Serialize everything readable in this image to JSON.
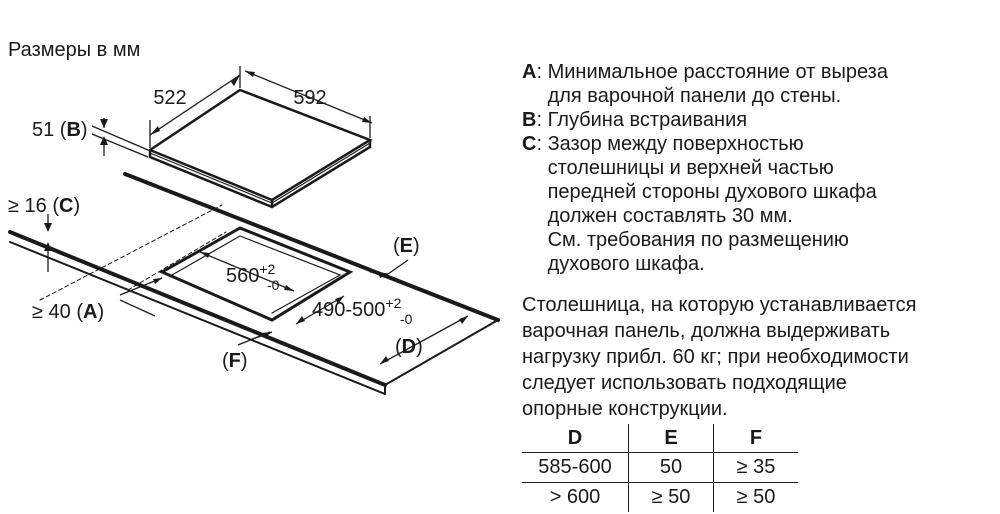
{
  "units_caption": "Размеры в мм",
  "dimensions": {
    "hob_depth": "522",
    "hob_width": "592",
    "embed_depth": "51",
    "embed_depth_ref": "B",
    "clearance": "≥ 16",
    "clearance_ref": "C",
    "wall_distance": "≥ 40",
    "wall_distance_ref": "A",
    "cutout_width": "560",
    "cutout_width_tol_plus": "+2",
    "cutout_width_tol_minus": "-0",
    "cutout_depth": "490-500",
    "cutout_depth_tol_plus": "+2",
    "cutout_depth_tol_minus": "-0",
    "label_d": "D",
    "label_e": "E",
    "label_f": "F"
  },
  "legend": [
    {
      "key": "A",
      "text": "Минимальное расстояние от выреза\nдля варочной панели до стены."
    },
    {
      "key": "B",
      "text": "Глубина встраивания"
    },
    {
      "key": "C",
      "text": "Зазор между поверхностью\nстолешницы и верхней частью\nпередней стороны духового шкафа\nдолжен составлять 30 мм.\nСм. требования по размещению\nдухового шкафа."
    }
  ],
  "note": "Столешница, на которую устанавливается\nварочная панель, должна выдерживать\nнагрузку прибл. 60 кг; при необходимости\nследует использовать подходящие\nопорные конструкции.",
  "table": {
    "headers": [
      "D",
      "E",
      "F"
    ],
    "rows": [
      [
        "585-600",
        "50",
        "≥ 35"
      ],
      [
        "> 600",
        "≥ 50",
        "≥ 50"
      ]
    ]
  }
}
